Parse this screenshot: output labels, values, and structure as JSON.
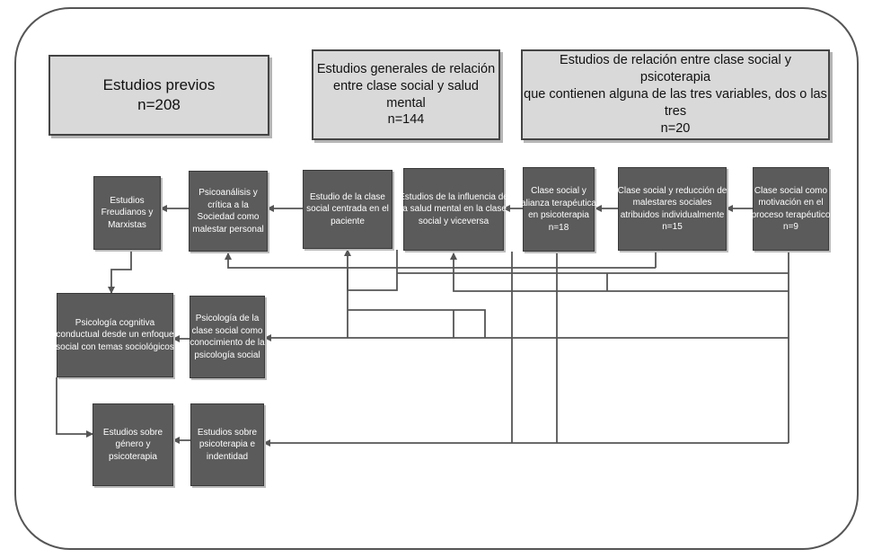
{
  "headers": [
    {
      "id": "previos",
      "lines": [
        "Estudios previos",
        "n=208"
      ]
    },
    {
      "id": "generales",
      "lines": [
        "Estudios generales de relación",
        "entre clase social y salud mental",
        "n=144"
      ]
    },
    {
      "id": "relacion",
      "lines": [
        "Estudios de relación entre clase social y psicoterapia",
        "que contienen alguna de las tres variables, dos o las tres",
        "n=20"
      ]
    }
  ],
  "nodes": {
    "freudianos": [
      "Estudios",
      "Freudianos y",
      "Marxistas"
    ],
    "psicoanalisis": [
      "Psicoanálisis y",
      "crítica a la",
      "Sociedad como",
      "malestar personal"
    ],
    "centrada": [
      "Estudio de la clase",
      "social centrada en el",
      "paciente"
    ],
    "influencia": [
      "Estudios de la influencia de",
      "la salud mental en la clase",
      "social y viceversa"
    ],
    "alianza": [
      "Clase social y",
      "alianza terapéutica",
      "en psicoterapia",
      "n=18"
    ],
    "reduccion": [
      "Clase social y reducción de",
      "malestares sociales",
      "atribuidos individualmente",
      "n=15"
    ],
    "motivacion": [
      "Clase social como",
      "motivación en el",
      "proceso terapéutico",
      "n=9"
    ],
    "cognitiva": [
      "Psicología cognitiva",
      "conductual desde un enfoque",
      "social con temas sociológicos"
    ],
    "psicologia_clase": [
      "Psicología de la",
      "clase social como",
      "conocimiento de la",
      "psicología social"
    ],
    "genero": [
      "Estudios sobre",
      "género y",
      "psicoterapia"
    ],
    "identidad": [
      "Estudios sobre",
      "psicoterapia e",
      "indentidad"
    ]
  },
  "colors": {
    "header_fill": "#d9d9d9",
    "node_fill": "#5b5b5b",
    "line": "#555555"
  }
}
